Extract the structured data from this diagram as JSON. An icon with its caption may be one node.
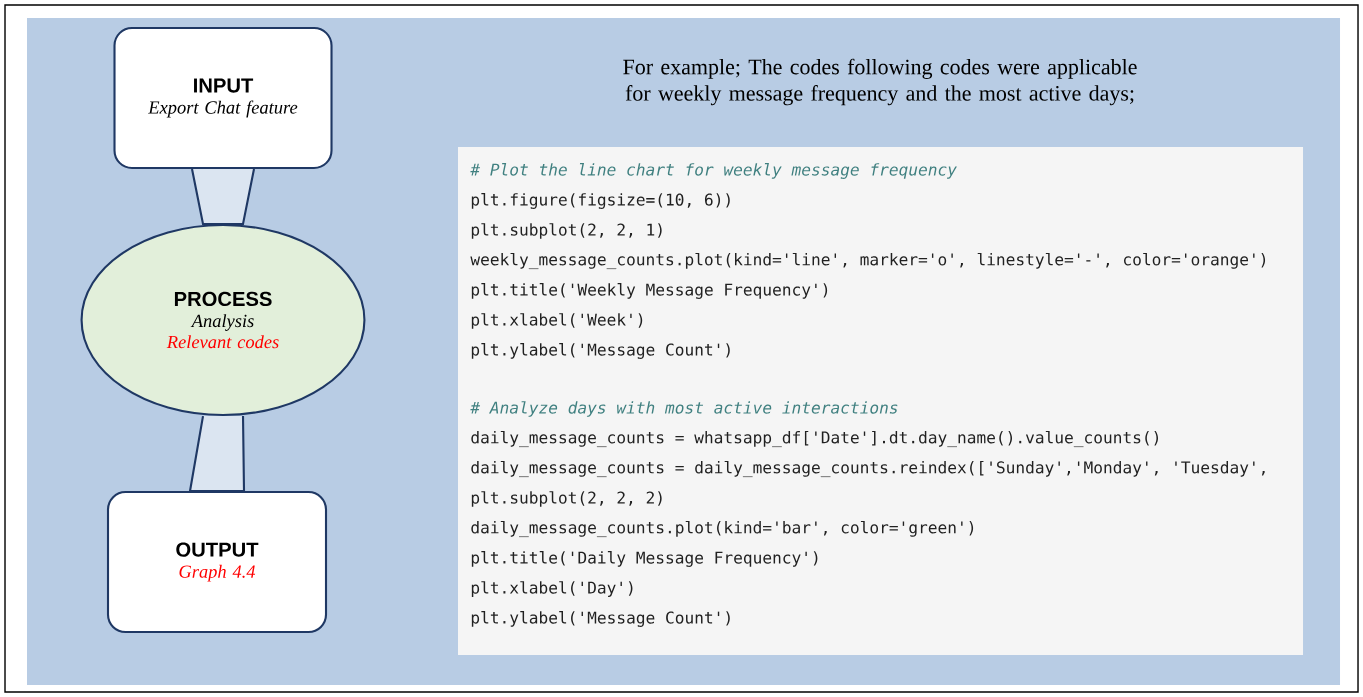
{
  "diagram": {
    "nodes": [
      {
        "text": [
          "INPUT",
          "Export Chat feature"
        ]
      },
      {
        "text": [
          "PROCESS",
          "Analysis",
          "Relevant codes"
        ]
      },
      {
        "text": [
          "OUTPUT",
          "Graph 4.4"
        ]
      }
    ],
    "edges": [
      {
        "from": 0,
        "to": 1,
        "arrow": "none"
      },
      {
        "from": 1,
        "to": 2,
        "arrow": "none"
      }
    ],
    "labels": [
      "For example; The codes following codes were applicable for weekly message frequency and the most active days;",
      "# Plot the line chart for weekly message frequency",
      "plt.figure(figsize=(10, 6))",
      "plt.subplot(2, 2, 1)",
      "weekly_message_counts.plot(kind='line', marker='o', linestyle='-', color='orange')",
      "plt.title('Weekly Message Frequency')",
      "plt.xlabel('Week')",
      "plt.ylabel('Message Count')",
      "# Analyze days with most active interactions",
      "daily_message_counts = whatsapp_df['Date'].dt.day_name().value_counts()",
      "daily_message_counts = daily_message_counts.reindex(['Sunday','Monday', 'Tuesday',",
      "plt.subplot(2, 2, 2)",
      "daily_message_counts.plot(kind='bar', color='green')",
      "plt.title('Daily Message Frequency')",
      "plt.xlabel('Day')",
      "plt.ylabel('Message Count')"
    ]
  }
}
